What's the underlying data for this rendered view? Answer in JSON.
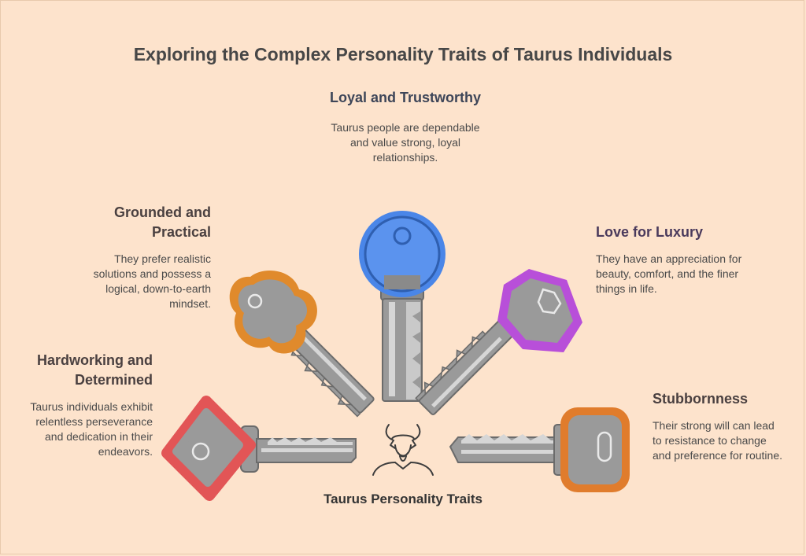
{
  "title": "Exploring the Complex Personality Traits of Taurus Individuals",
  "center": {
    "label": "Taurus Personality Traits",
    "icon": "taurus-bull-icon"
  },
  "traits": {
    "loyal": {
      "heading": "Loyal and Trustworthy",
      "description": "Taurus people are dependable and value strong, loyal relationships.",
      "color": "#4a86e8",
      "icon": "round-key-icon"
    },
    "grounded": {
      "heading": "Grounded and Practical",
      "description": "They prefer realistic solutions and possess a logical, down-to-earth mindset.",
      "color": "#e08a2c",
      "icon": "cloverleaf-key-icon"
    },
    "luxury": {
      "heading": "Love for Luxury",
      "description": "They have an appreciation for beauty, comfort, and the finer things in life.",
      "color": "#b84fd9",
      "icon": "hexagon-key-icon"
    },
    "hardworking": {
      "heading": "Hardworking and Determined",
      "description": "Taurus individuals exhibit relentless perseverance and dedication in their endeavors.",
      "color": "#e25556",
      "icon": "diamond-key-icon"
    },
    "stubborn": {
      "heading": "Stubbornness",
      "description": "Their strong will can lead to resistance to change and preference for routine.",
      "color": "#e07c2c",
      "icon": "rectangular-key-icon"
    }
  }
}
